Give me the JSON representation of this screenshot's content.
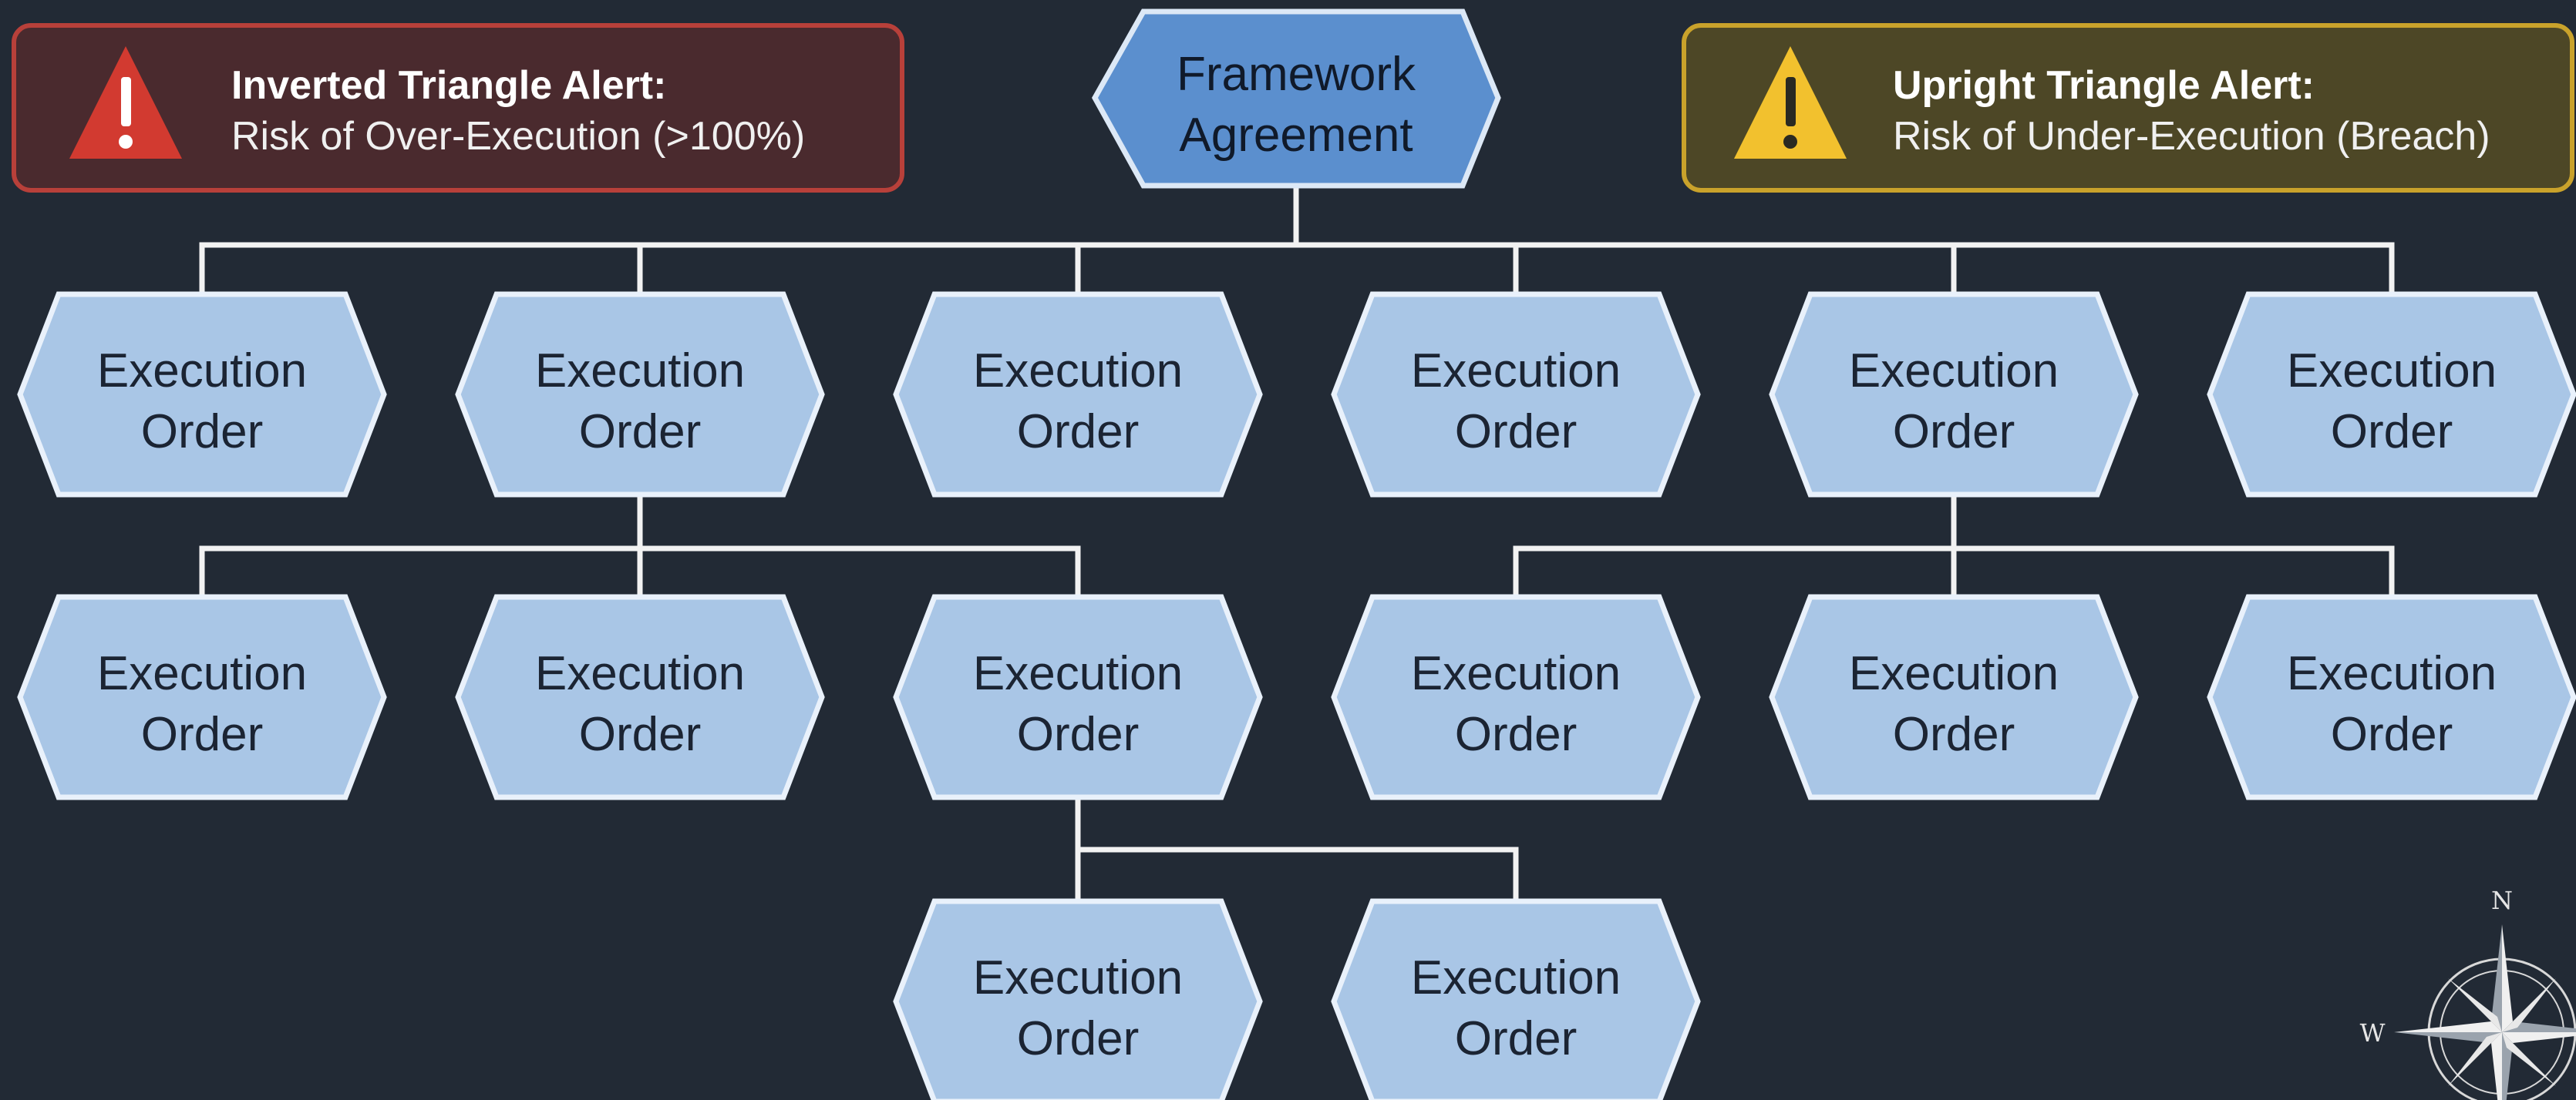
{
  "root": {
    "line1": "Framework",
    "line2": "Agreement"
  },
  "node_label": {
    "line1": "Execution",
    "line2": "Order"
  },
  "alerts": {
    "over": {
      "title": "Inverted Triangle Alert:",
      "text": "Risk of Over-Execution (>100%)",
      "icon": "warning-triangle-icon",
      "border_color": "#b8403a",
      "fill_color": "#4a2a2e",
      "icon_color": "#d23a30"
    },
    "under": {
      "title": "Upright Triangle Alert:",
      "text": "Risk of Under-Execution (Breach)",
      "icon": "warning-triangle-icon",
      "border_color": "#c9a22b",
      "fill_color": "#4d4726",
      "icon_color": "#f2c12e"
    }
  },
  "compass": {
    "north": "N",
    "west": "W",
    "icon": "compass-rose-icon"
  },
  "colors": {
    "background": "#222a35",
    "node_fill": "#a9c6e6",
    "node_stroke": "#e9f1fb",
    "root_fill": "#5b8fce",
    "root_stroke": "#dce8f6",
    "connector": "#f2f2f2"
  },
  "tree": {
    "rows": [
      {
        "level": 1,
        "count": 6,
        "parent": "framework-agreement"
      },
      {
        "level": 2,
        "count": 6,
        "parents": [
          "level-1-order-2",
          "level-1-order-5"
        ]
      },
      {
        "level": 3,
        "count": 2,
        "parent": "level-2-order-3"
      }
    ]
  }
}
